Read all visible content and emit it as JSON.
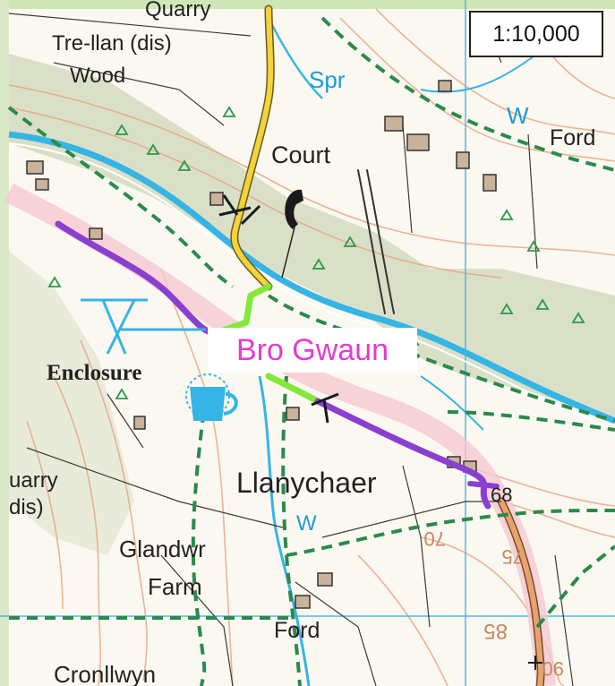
{
  "scale": "1:10,000",
  "place_label": "Bro Gwaun",
  "labels": {
    "quarry_top": "Quarry",
    "tre_llan": "Tre-llan (dis)",
    "wood": "Wood",
    "spr": "Spr",
    "w_top": "W",
    "ford_top": "Ford",
    "court": "Court",
    "enclosure": "Enclosure",
    "quarry_left": "uarry",
    "dis_left": "dis)",
    "llanychaer": "Llanychaer",
    "spot_68": "68",
    "w_mid": "W",
    "glandwr": "Glandwr",
    "farm": "Farm",
    "ford_bottom": "Ford",
    "cronllwyn": "Cronllwyn",
    "contour_70": "70",
    "contour_75": "75",
    "contour_85": "85",
    "contour_90": "90"
  },
  "colors": {
    "route_purple": "#8a3fd0",
    "route_green": "#82e83a",
    "minor_road": "#f2d33a",
    "b_road": "#e7a36d",
    "water": "#35b5e5",
    "woodland": "#d4dcc0",
    "contour": "#e8a27f",
    "footpath": "#2a8a4a",
    "label_magenta": "#e43ccf"
  },
  "icons": [
    "telephone-icon",
    "parking-icon",
    "picnic-site-icon",
    "battlefield-icon",
    "church-icon",
    "woodland-tree-icon"
  ]
}
